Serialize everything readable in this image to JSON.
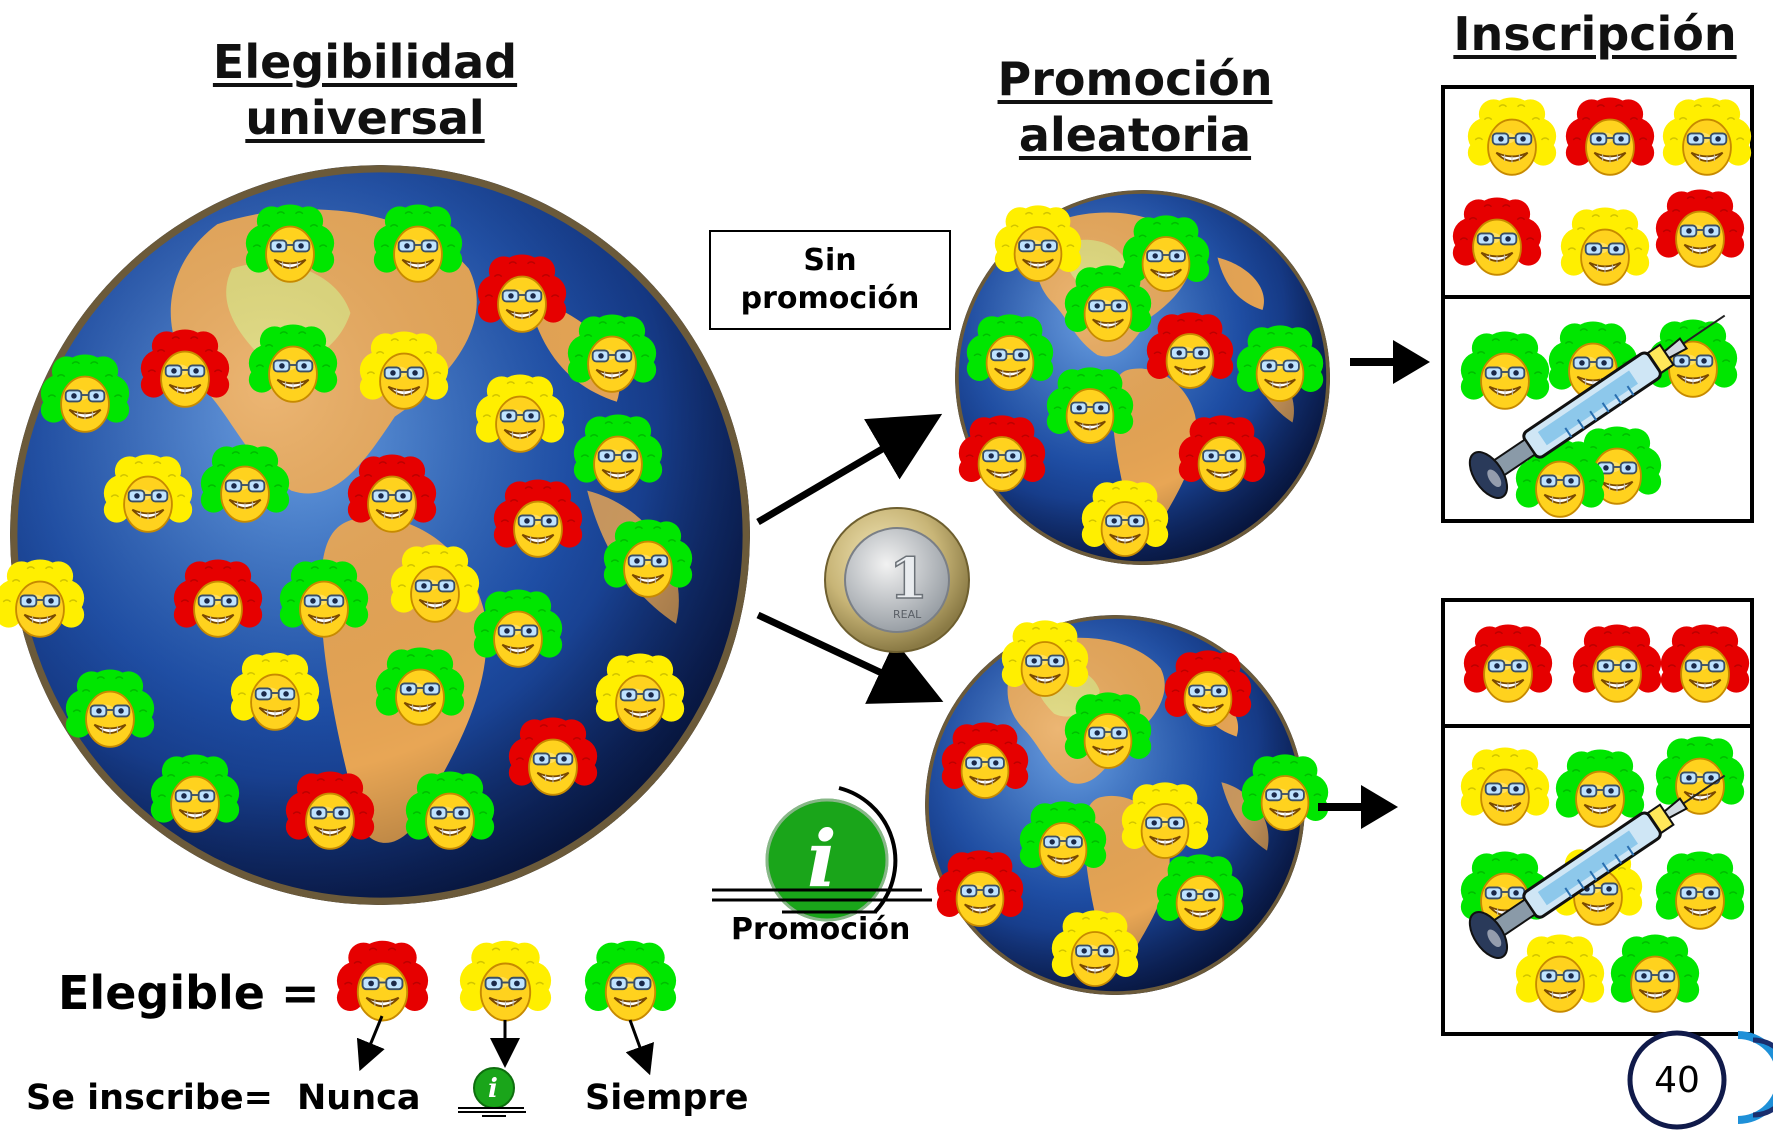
{
  "titles": {
    "eligibility": "Elegibilidad\nuniversal",
    "promotion": "Promoción\naleatoria",
    "enrollment": "Inscripción"
  },
  "labels": {
    "no_promotion": "Sin\npromoción",
    "promotion": "Promoción",
    "eligible": "Elegible =",
    "enrolls": "Se inscribe=",
    "never": "Nunca",
    "always": "Siempre",
    "slide_number": "40"
  },
  "colors": {
    "red": "#e60000",
    "yellow": "#ffef00",
    "green": "#00e600",
    "globe_ocean": "#1e4fa8",
    "land": "#e8a655",
    "info_green": "#1aa51a"
  },
  "legend": [
    {
      "type": "never-takers",
      "color": "red",
      "enrolls": "Nunca"
    },
    {
      "type": "enroll-if-promoted",
      "color": "yellow",
      "enrolls": "info-icon"
    },
    {
      "type": "always-takers",
      "color": "green",
      "enrolls": "Siempre"
    }
  ],
  "icons": [
    "coin-icon",
    "info-icon",
    "syringe-icon",
    "arrow-icon",
    "globe-icon",
    "smiley-face-icon"
  ]
}
